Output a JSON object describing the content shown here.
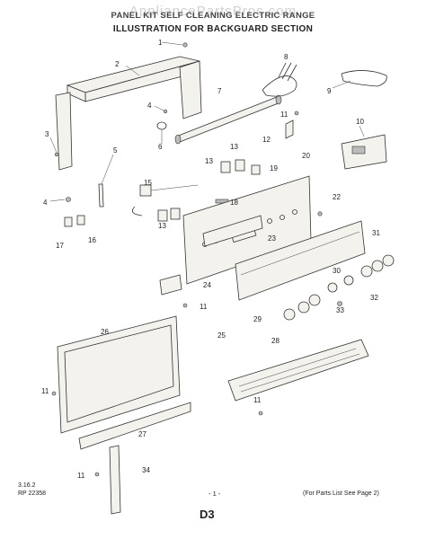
{
  "header": {
    "watermark": "AppliancePartsPros.com",
    "title_line1": "PANEL KIT SELF CLEANING ELECTRIC RANGE",
    "title_line2": "ILLUSTRATION FOR BACKGUARD SECTION"
  },
  "callouts": {
    "c1": "1",
    "c2": "2",
    "c3": "3",
    "c4a": "4",
    "c4b": "4",
    "c5": "5",
    "c6": "6",
    "c7": "7",
    "c8": "8",
    "c9": "9",
    "c10": "10",
    "c11a": "11",
    "c11b": "11",
    "c11c": "11",
    "c11d": "11",
    "c11e": "11",
    "c12": "12",
    "c13a": "13",
    "c13b": "13",
    "c13c": "13",
    "c15": "15",
    "c16": "16",
    "c17": "17",
    "c18": "18",
    "c19": "19",
    "c20": "20",
    "c22": "22",
    "c23": "23",
    "c24": "24",
    "c25": "25",
    "c26": "26",
    "c27": "27",
    "c28": "28",
    "c29": "29",
    "c30": "30",
    "c31": "31",
    "c32": "32",
    "c33": "33",
    "c34": "34"
  },
  "footer": {
    "code_line1": "3.16.2",
    "code_line2": "RP 22358",
    "page_number": "- 1 -",
    "parts_note": "(For Parts List See Page 2)",
    "section": "D3"
  }
}
